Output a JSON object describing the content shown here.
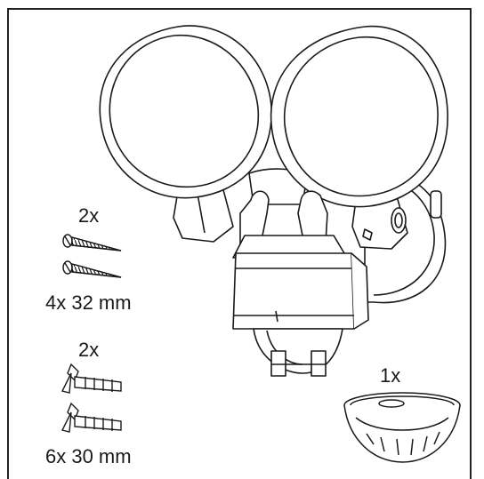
{
  "parts": {
    "screws": {
      "quantity": "2x",
      "size": "4x 32 mm"
    },
    "wall_anchors": {
      "quantity": "2x",
      "size": "6x 30 mm"
    },
    "sensor_cover": {
      "quantity": "1x"
    }
  },
  "colors": {
    "line": "#1a1a1a",
    "background": "#ffffff",
    "frame": "#222222"
  },
  "icons": [
    "security-light-icon",
    "screw-icon",
    "wall-anchor-icon",
    "sensor-cover-icon"
  ]
}
